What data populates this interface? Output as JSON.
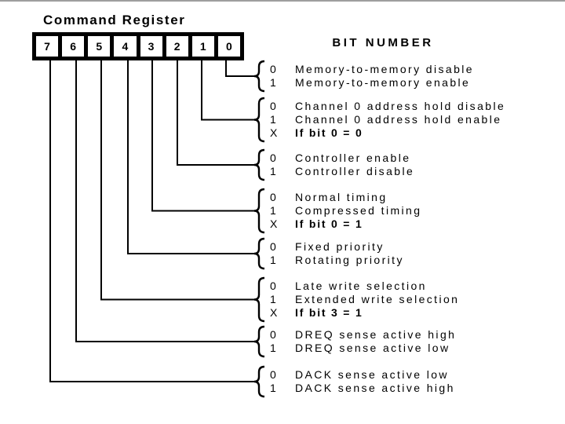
{
  "title": "Command Register",
  "bit_header": "BIT NUMBER",
  "register_bits": [
    "7",
    "6",
    "5",
    "4",
    "3",
    "2",
    "1",
    "0"
  ],
  "groups": [
    {
      "bit": "0",
      "rows": [
        {
          "value": "0",
          "label": "Memory-to-memory disable",
          "bold": false
        },
        {
          "value": "1",
          "label": "Memory-to-memory enable",
          "bold": false
        }
      ]
    },
    {
      "bit": "1",
      "rows": [
        {
          "value": "0",
          "label": "Channel 0 address hold disable",
          "bold": false
        },
        {
          "value": "1",
          "label": "Channel 0 address hold enable",
          "bold": false
        },
        {
          "value": "X",
          "label": "If bit 0 = 0",
          "bold": true
        }
      ]
    },
    {
      "bit": "2",
      "rows": [
        {
          "value": "0",
          "label": "Controller enable",
          "bold": false
        },
        {
          "value": "1",
          "label": "Controller disable",
          "bold": false
        }
      ]
    },
    {
      "bit": "3",
      "rows": [
        {
          "value": "0",
          "label": "Normal timing",
          "bold": false
        },
        {
          "value": "1",
          "label": "Compressed timing",
          "bold": false
        },
        {
          "value": "X",
          "label": "If bit 0 = 1",
          "bold": true
        }
      ]
    },
    {
      "bit": "4",
      "rows": [
        {
          "value": "0",
          "label": "Fixed priority",
          "bold": false
        },
        {
          "value": "1",
          "label": "Rotating priority",
          "bold": false
        }
      ]
    },
    {
      "bit": "5",
      "rows": [
        {
          "value": "0",
          "label": "Late write selection",
          "bold": false
        },
        {
          "value": "1",
          "label": "Extended write selection",
          "bold": false
        },
        {
          "value": "X",
          "label": "If bit 3 = 1",
          "bold": true
        }
      ]
    },
    {
      "bit": "6",
      "rows": [
        {
          "value": "0",
          "label": "DREQ sense active high",
          "bold": false
        },
        {
          "value": "1",
          "label": "DREQ sense active low",
          "bold": false
        }
      ]
    },
    {
      "bit": "7",
      "rows": [
        {
          "value": "0",
          "label": "DACK sense active low",
          "bold": false
        },
        {
          "value": "1",
          "label": "DACK sense active high",
          "bold": false
        }
      ]
    }
  ],
  "colors": {
    "line": "#000000",
    "top_border": "#9e9e9e",
    "background": "#ffffff"
  }
}
